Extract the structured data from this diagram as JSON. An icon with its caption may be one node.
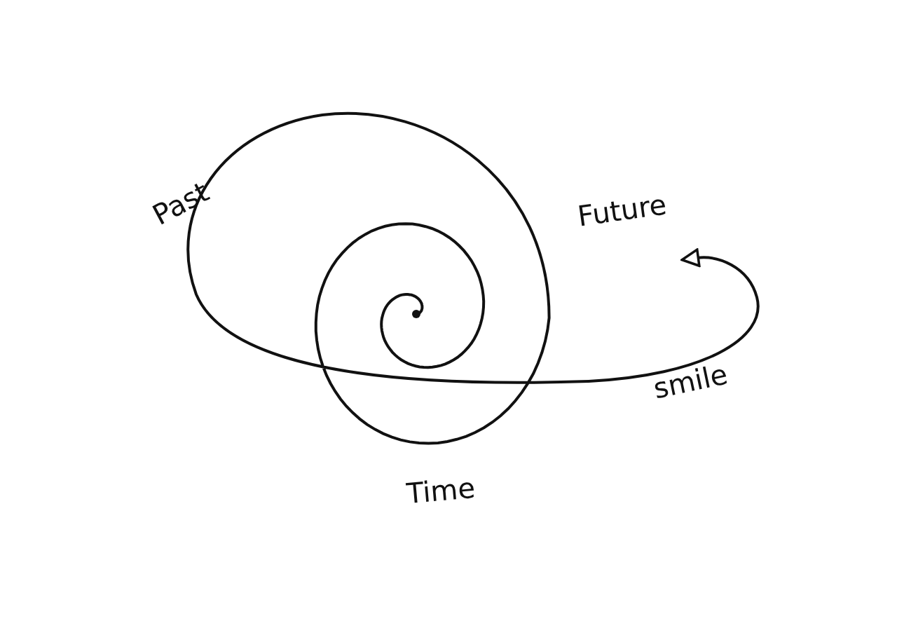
{
  "diagram": {
    "labels": [
      "Past",
      "Future",
      "smile",
      "Time"
    ]
  }
}
